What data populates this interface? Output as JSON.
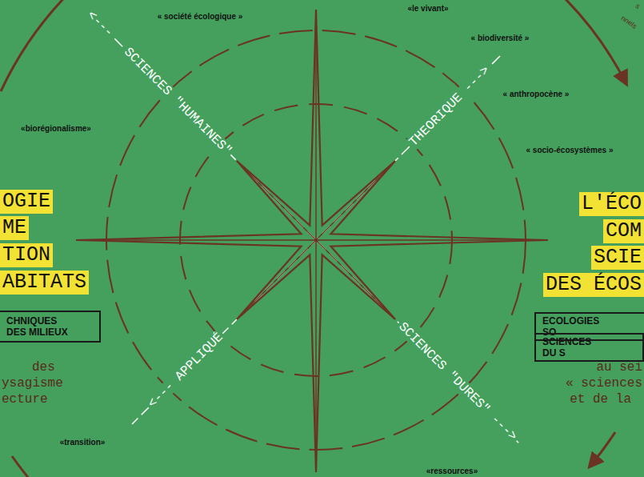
{
  "diagram": {
    "nodes": [
      {
        "text": [
          "CHNIQUES DES MILIEUX"
        ]
      },
      {
        "text": [
          "ECOLOGIES SO"
        ]
      },
      {
        "text": [
          "SCIENCES DU S"
        ]
      }
    ],
    "labels": [
      "« société écologique »",
      "«le vivant»",
      "« biodiversité »",
      "« anthropocène »",
      "« socio-écosystèmes »",
      "«biorégionalisme»",
      "«transition»",
      "«ressources»",
      "<---",
      "SCIENCES \"HUMAINES\"",
      "THEORIQUE --->",
      "<--- APPLIQUÉ",
      "SCIENCES \"DURES\" --->",
      "OGIE",
      "ME",
      "TION",
      "ABITATS",
      "L'ÉCO",
      "COM",
      "SCIE",
      "DES ÉCOS",
      "des",
      "ysagisme",
      "ecture",
      "au sei",
      "« sciences",
      "et de la",
      "s",
      "nnels"
    ]
  }
}
